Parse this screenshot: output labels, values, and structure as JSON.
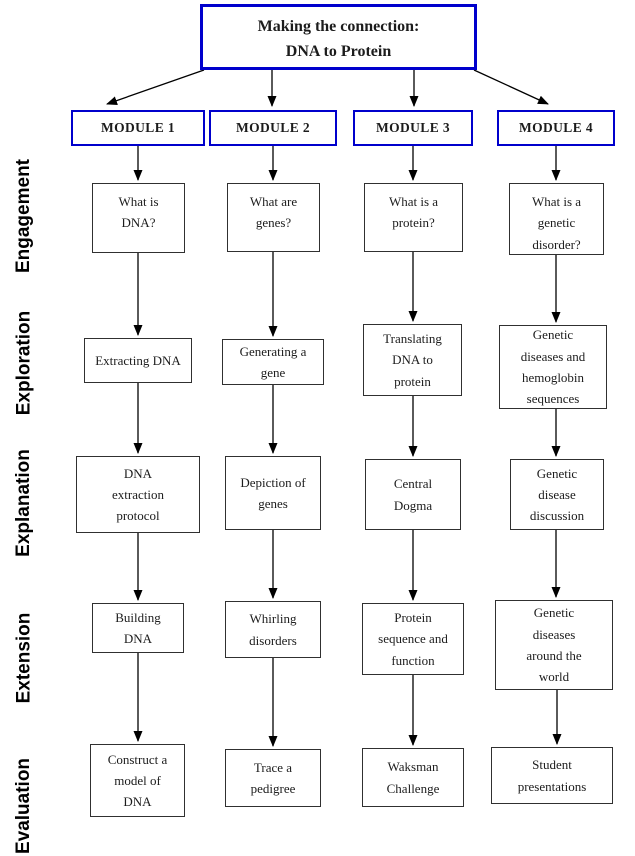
{
  "title": {
    "line1": "Making the connection:",
    "line2": "DNA to Protein"
  },
  "phase_labels": [
    "Engagement",
    "Exploration",
    "Explanation",
    "Extension",
    "Evaluation"
  ],
  "modules": [
    {
      "name": "MODULE 1",
      "steps": [
        "What is DNA?",
        "Extracting DNA",
        "DNA extraction protocol",
        "Building DNA",
        "Construct a model of DNA"
      ]
    },
    {
      "name": "MODULE 2",
      "steps": [
        "What are genes?",
        "Generating a gene",
        "Depiction of genes",
        "Whirling disorders",
        "Trace a pedigree"
      ]
    },
    {
      "name": "MODULE 3",
      "steps": [
        "What is a protein?",
        "Translating DNA to protein",
        "Central Dogma",
        "Protein sequence and function",
        "Waksman Challenge"
      ]
    },
    {
      "name": "MODULE 4",
      "steps": [
        "What is a genetic disorder?",
        "Genetic diseases and hemoglobin sequences",
        "Genetic disease discussion",
        "Genetic diseases around the world",
        "Student presentations"
      ]
    }
  ],
  "colors": {
    "accent_blue": "#0000cc",
    "line_black": "#000000",
    "step_border": "#303030"
  }
}
